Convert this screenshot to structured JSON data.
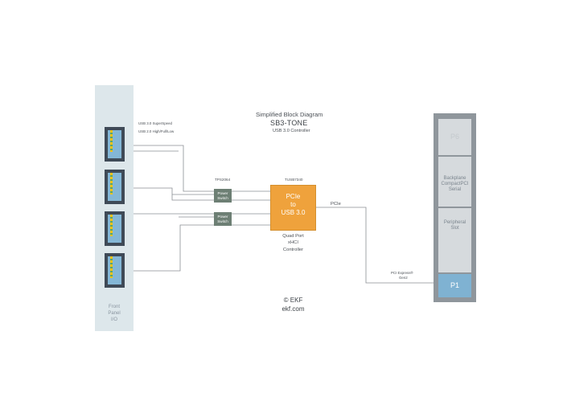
{
  "title": {
    "line1": "Simplified Block Diagram",
    "product": "SB3-TONE",
    "subtitle": "USB 3.0 Controller"
  },
  "front_panel": {
    "label_lines": [
      "Front",
      "Panel",
      "I/O"
    ],
    "port_count": 4
  },
  "usb_legend": {
    "superspeed": "USB 3.0 SuperSpeed",
    "highspeed": "USB 2.0 High/Full/Low"
  },
  "power_switch": {
    "chip": "TPS2064",
    "label_line1": "Power",
    "label_line2": "Switch"
  },
  "controller": {
    "chip": "TUSB7340",
    "line1": "PCIe",
    "line2": "to",
    "line3": "USB 3.0",
    "desc_line1": "Quad Port",
    "desc_line2": "xHCI",
    "desc_line3": "Controller"
  },
  "pcie_label": "PCIe",
  "pci_express": {
    "line1": "PCI Express®",
    "line2": "Gen2"
  },
  "backplane": {
    "p6": "P6",
    "backplane_lines": [
      "Backplane",
      "CompactPCI",
      "Serial"
    ],
    "peripheral_lines": [
      "Peripheral",
      "Slot"
    ],
    "p1": "P1"
  },
  "copyright": {
    "symbol_line": "© EKF",
    "website": "ekf.com"
  },
  "colors": {
    "front_panel": "#dde7eb",
    "port_body": "#3f4a57",
    "switch": "#6d7f74",
    "controller": "#efa23c",
    "backplane_frame": "#8f969c",
    "slot": "#d6dadd",
    "p1": "#7fb2d2",
    "wire": "#8a8f94"
  }
}
